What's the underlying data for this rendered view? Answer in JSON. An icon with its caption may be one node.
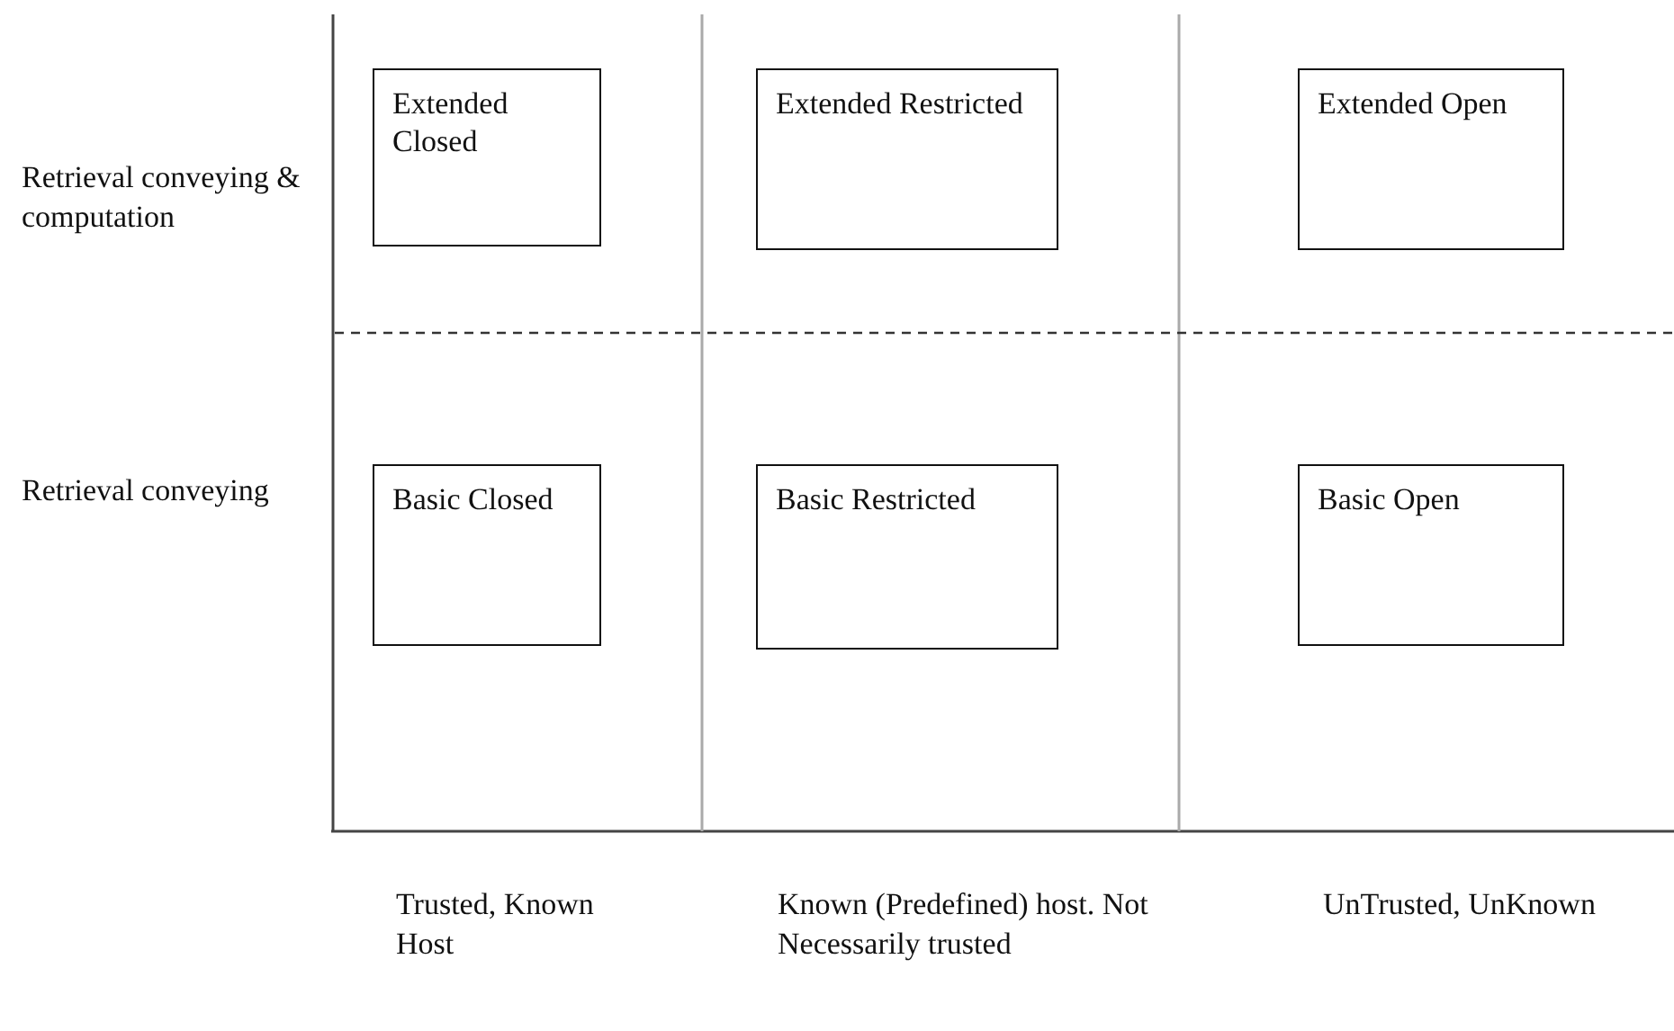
{
  "diagram": {
    "nodes": [
      {
        "text": [
          "Extended Closed"
        ]
      },
      {
        "text": [
          "Extended Restricted"
        ]
      },
      {
        "text": [
          "Extended Open"
        ]
      },
      {
        "text": [
          "Basic Closed"
        ]
      },
      {
        "text": [
          "Basic Restricted"
        ]
      },
      {
        "text": [
          "Basic Open"
        ]
      }
    ],
    "edges": [],
    "labels": [
      "Retrieval conveying & computation",
      "Retrieval conveying",
      "Trusted, Known Host",
      "Known (Predefined) host. Not Necessarily trusted",
      "UnTrusted, UnKnown"
    ]
  }
}
